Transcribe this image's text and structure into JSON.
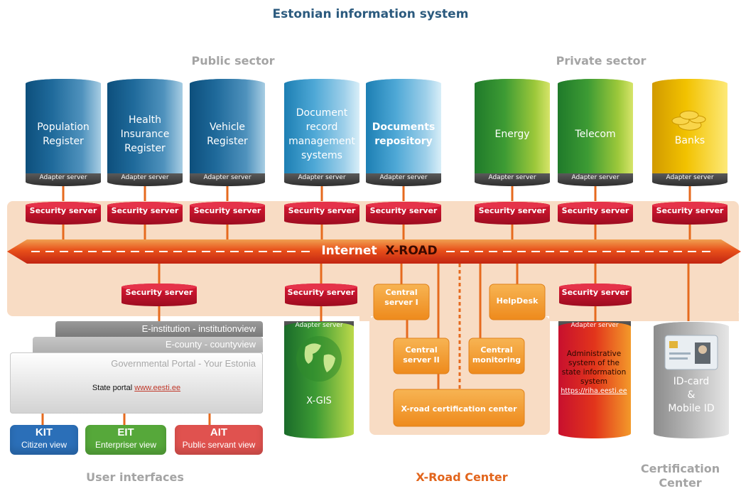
{
  "title": "Estonian information system",
  "sections": {
    "public": "Public sector",
    "private": "Private sector",
    "user_interfaces": "User interfaces",
    "xroad_center": "X-Road Center",
    "certification": [
      "Certification",
      "Center"
    ]
  },
  "adapter_label": "Adapter server",
  "security_label": "Security server",
  "databases": [
    {
      "key": "population",
      "lines": [
        "Population",
        "Register"
      ],
      "bold": false,
      "color": "blue"
    },
    {
      "key": "health",
      "lines": [
        "Health",
        "Insurance",
        "Register"
      ],
      "bold": false,
      "color": "blue"
    },
    {
      "key": "vehicle",
      "lines": [
        "Vehicle",
        "Register"
      ],
      "bold": false,
      "color": "blue"
    },
    {
      "key": "drms",
      "lines": [
        "Document",
        "record",
        "management",
        "systems"
      ],
      "bold": false,
      "color": "lightblue"
    },
    {
      "key": "docrepo",
      "lines": [
        "Documents",
        "repository"
      ],
      "bold": true,
      "color": "lightblue"
    },
    {
      "key": "energy",
      "lines": [
        "Energy"
      ],
      "bold": false,
      "color": "green"
    },
    {
      "key": "telecom",
      "lines": [
        "Telecom"
      ],
      "bold": false,
      "color": "green"
    },
    {
      "key": "banks",
      "lines": [
        "Banks"
      ],
      "bold": false,
      "color": "yellow"
    }
  ],
  "xroad": {
    "internet": "Internet",
    "name": "X-ROAD"
  },
  "center_boxes": {
    "central1": [
      "Central",
      "server I"
    ],
    "central2": [
      "Central",
      "server II"
    ],
    "monitoring": [
      "Central",
      "monitoring"
    ],
    "helpdesk": "HelpDesk",
    "cert": "X-road certification center"
  },
  "xgis": "X-GIS",
  "riha": {
    "lines": [
      "Administrative",
      "system of the",
      "state information",
      "system"
    ],
    "link": "https://riha.eesti.ee"
  },
  "idcard": [
    "ID-card",
    "&",
    "Mobile ID"
  ],
  "portal": {
    "institution": "E-institution - institutionview",
    "county": "E-county - countyview",
    "governmental": "Governmental Portal - Your Estonia",
    "state_prefix": "State portal ",
    "state_link": "www.eesti.ee"
  },
  "views": [
    {
      "code": "KIT",
      "label": "Citizen view",
      "color": "#2b6fb8"
    },
    {
      "code": "EIT",
      "label": "Enterpriser view",
      "color": "#56a83a"
    },
    {
      "code": "AIT",
      "label": "Public servant view",
      "color": "#e0524f"
    }
  ],
  "colors": {
    "title": "#2b5a7e",
    "section": "#a4a4a4",
    "center_label": "#e2651c",
    "panel": "#f8dcc4",
    "security": "#c8102e",
    "connector": "#e66a1e",
    "orange_box": "#f39a2a",
    "link": "#c0392b"
  }
}
